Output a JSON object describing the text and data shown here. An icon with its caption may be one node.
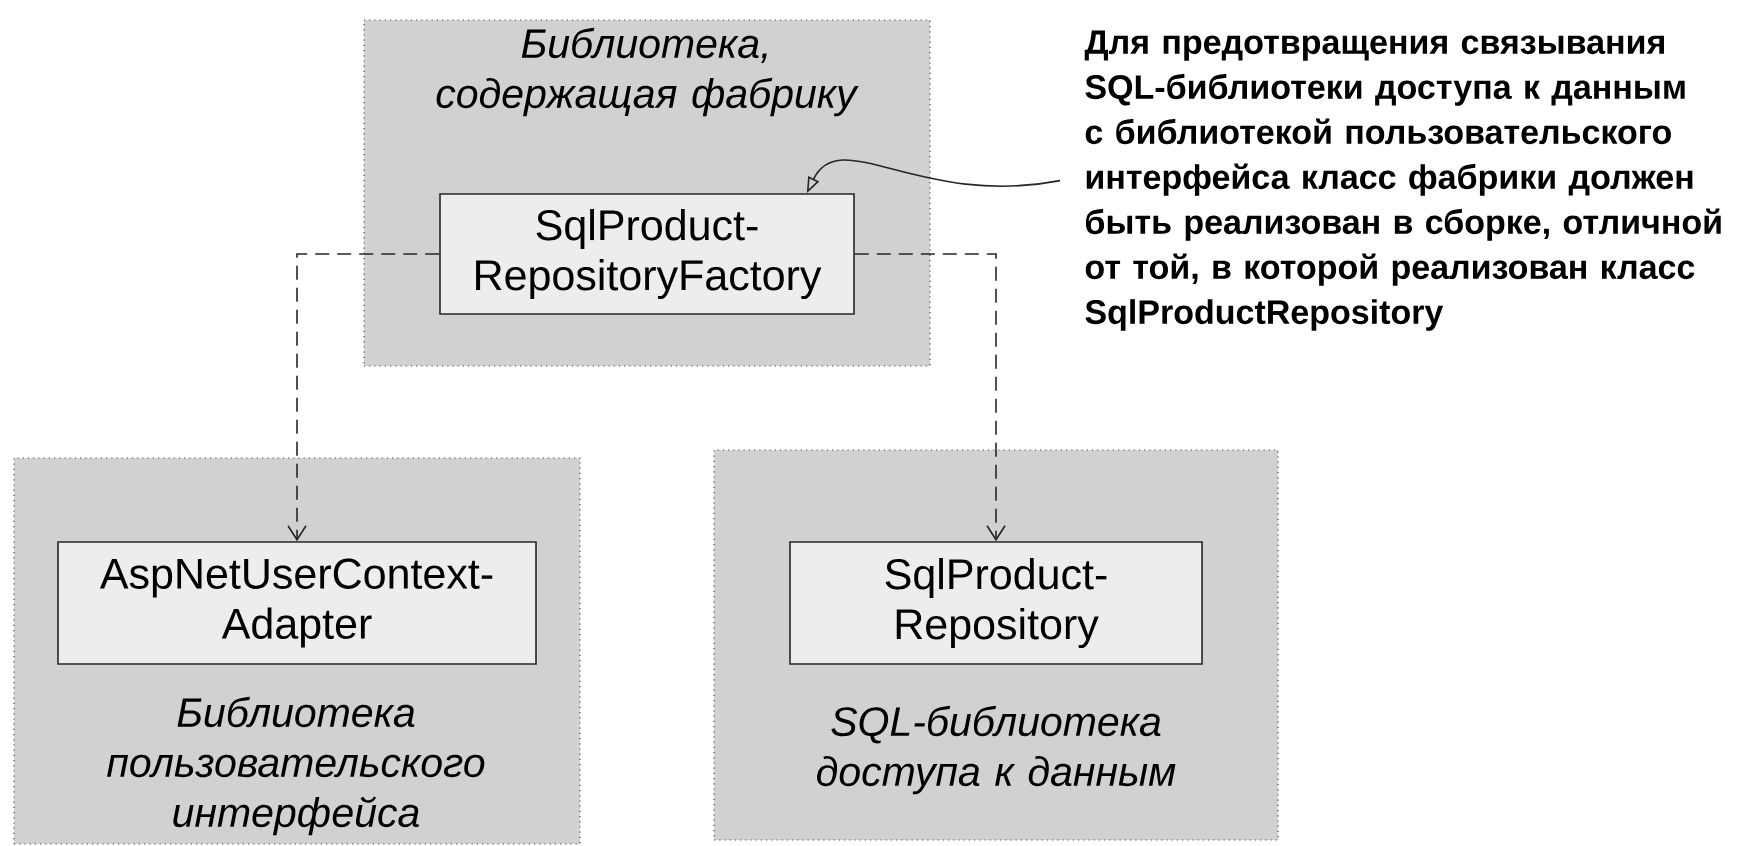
{
  "diagram": {
    "nodes": [
      {
        "text": [
          "Библиотека, содержащая фабрику"
        ]
      },
      {
        "text": [
          "SqlProduct- RepositoryFactory"
        ],
        "in": 0
      },
      {
        "text": [
          "Библиотека пользовательского интерфейса"
        ]
      },
      {
        "text": [
          "AspNetUserContext- Adapter"
        ],
        "in": 2
      },
      {
        "text": [
          "SQL-библиотека доступа к данным"
        ]
      },
      {
        "text": [
          "SqlProduct- Repository"
        ],
        "in": 4
      },
      {
        "text": [
          "Для предотвращения связывания SQL-библиотеки доступа к данным с библиотекой пользовательского интерфейса класс фабрики должен быть реализован в сборке, отличной от той, в которой реализован класс SqlProductRepository"
        ]
      }
    ],
    "edges": [
      {
        "from": 1,
        "to": 3,
        "arrow": "to",
        "style": "dashed"
      },
      {
        "from": 1,
        "to": 5,
        "arrow": "to",
        "style": "dashed"
      },
      {
        "from": 6,
        "to": 1,
        "arrow": "to"
      }
    ]
  }
}
